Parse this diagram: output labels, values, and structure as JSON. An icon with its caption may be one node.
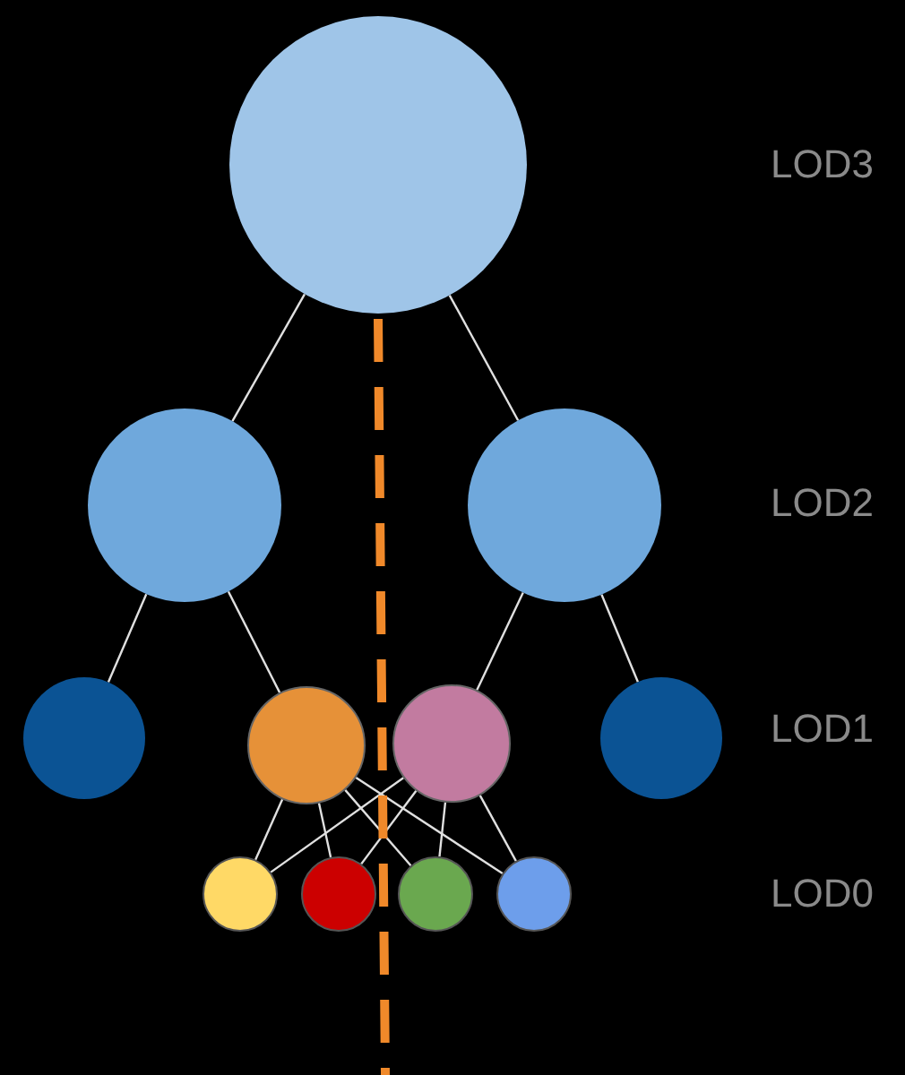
{
  "diagram": {
    "nodes": [
      {
        "text": [],
        "shape": "circle"
      },
      {
        "text": [],
        "shape": "circle"
      },
      {
        "text": [],
        "shape": "circle"
      },
      {
        "text": [],
        "shape": "circle"
      },
      {
        "text": [],
        "shape": "circle"
      },
      {
        "text": [],
        "shape": "circle"
      },
      {
        "text": [],
        "shape": "circle"
      },
      {
        "text": [],
        "shape": "circle"
      },
      {
        "text": [],
        "shape": "circle"
      },
      {
        "text": [],
        "shape": "circle"
      },
      {
        "text": [],
        "shape": "circle"
      }
    ],
    "edges": [
      {
        "from": 0,
        "to": 1,
        "arrow": "none"
      },
      {
        "from": 0,
        "to": 2,
        "arrow": "none"
      },
      {
        "from": 1,
        "to": 3,
        "arrow": "none"
      },
      {
        "from": 1,
        "to": 4,
        "arrow": "none"
      },
      {
        "from": 2,
        "to": 5,
        "arrow": "none"
      },
      {
        "from": 2,
        "to": 6,
        "arrow": "none"
      },
      {
        "from": 4,
        "to": 7,
        "arrow": "none"
      },
      {
        "from": 4,
        "to": 8,
        "arrow": "none"
      },
      {
        "from": 4,
        "to": 9,
        "arrow": "none"
      },
      {
        "from": 4,
        "to": 10,
        "arrow": "none"
      },
      {
        "from": 5,
        "to": 7,
        "arrow": "none"
      },
      {
        "from": 5,
        "to": 8,
        "arrow": "none"
      },
      {
        "from": 5,
        "to": 9,
        "arrow": "none"
      },
      {
        "from": 5,
        "to": 10,
        "arrow": "none"
      }
    ],
    "labels": [
      "LOD3",
      "LOD2",
      "LOD1",
      "LOD0"
    ]
  }
}
